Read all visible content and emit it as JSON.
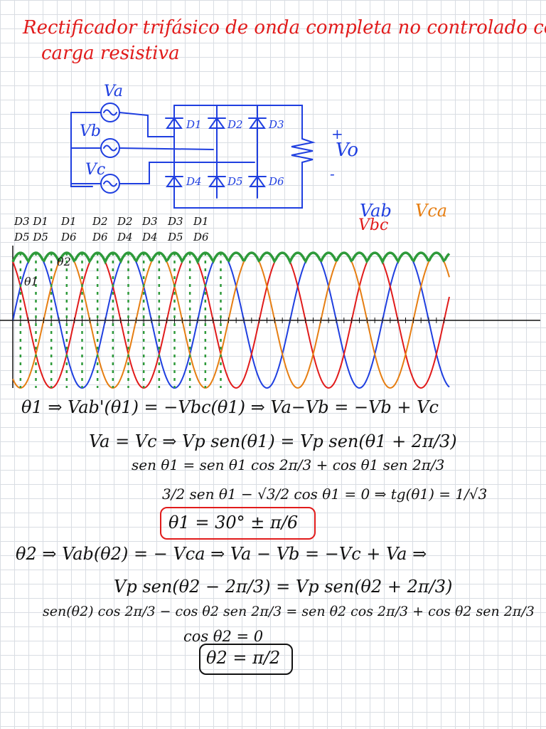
{
  "title": {
    "line1": "Rectificador trifásico de onda completa no controlado con",
    "line2": "carga resistiva"
  },
  "colors": {
    "red": "#e11b1b",
    "blue": "#1f3fe0",
    "orange": "#e67e12",
    "green": "#2e9a3a",
    "black": "#111111"
  },
  "circuit": {
    "sources": [
      "Va",
      "Vb",
      "Vc"
    ],
    "diodes": [
      "D1",
      "D2",
      "D3",
      "D4",
      "D5",
      "D6"
    ],
    "plus": "+",
    "output": "Vo",
    "minus": "-"
  },
  "legend": {
    "vab": "Vab",
    "vca": "Vca",
    "vbc": "Vbc"
  },
  "conduction": {
    "top": [
      "D3 D1",
      "D1",
      "D2",
      "D2",
      "D3",
      "D3",
      "D1"
    ],
    "bottom": [
      "D5 D5",
      "D6",
      "D6",
      "D4",
      "D4",
      "D5",
      "D6"
    ]
  },
  "wave_labels": {
    "theta2": "θ2",
    "theta1": "θ1"
  },
  "derivation1": {
    "line1": "θ1 ⇒ Vab'(θ1) = −Vbc(θ1) ⇒ Va−Vb = −Vb + Vc",
    "line2": "Va = Vc ⇒ Vp sen(θ1) = Vp sen(θ1 + 2π/3)",
    "line3": "sen θ1 = sen θ1 cos 2π/3 + cos θ1 sen 2π/3",
    "line4": "3/2 sen θ1 − √3/2 cos θ1 = 0 ⇒ tg(θ1) = 1/√3",
    "result": "θ1 = 30° ± π/6"
  },
  "derivation2": {
    "line1": "θ2 ⇒ Vab(θ2) = − Vca ⇒ Va − Vb = −Vc + Va ⇒",
    "line2": "Vp sen(θ2 − 2π/3) = Vp sen(θ2 + 2π/3)",
    "line3": "sen(θ2) cos 2π/3 − cos θ2 sen 2π/3 = sen θ2 cos 2π/3 + cos θ2 sen 2π/3",
    "line4": "cos θ2 = 0",
    "result": "θ2 = π/2"
  }
}
